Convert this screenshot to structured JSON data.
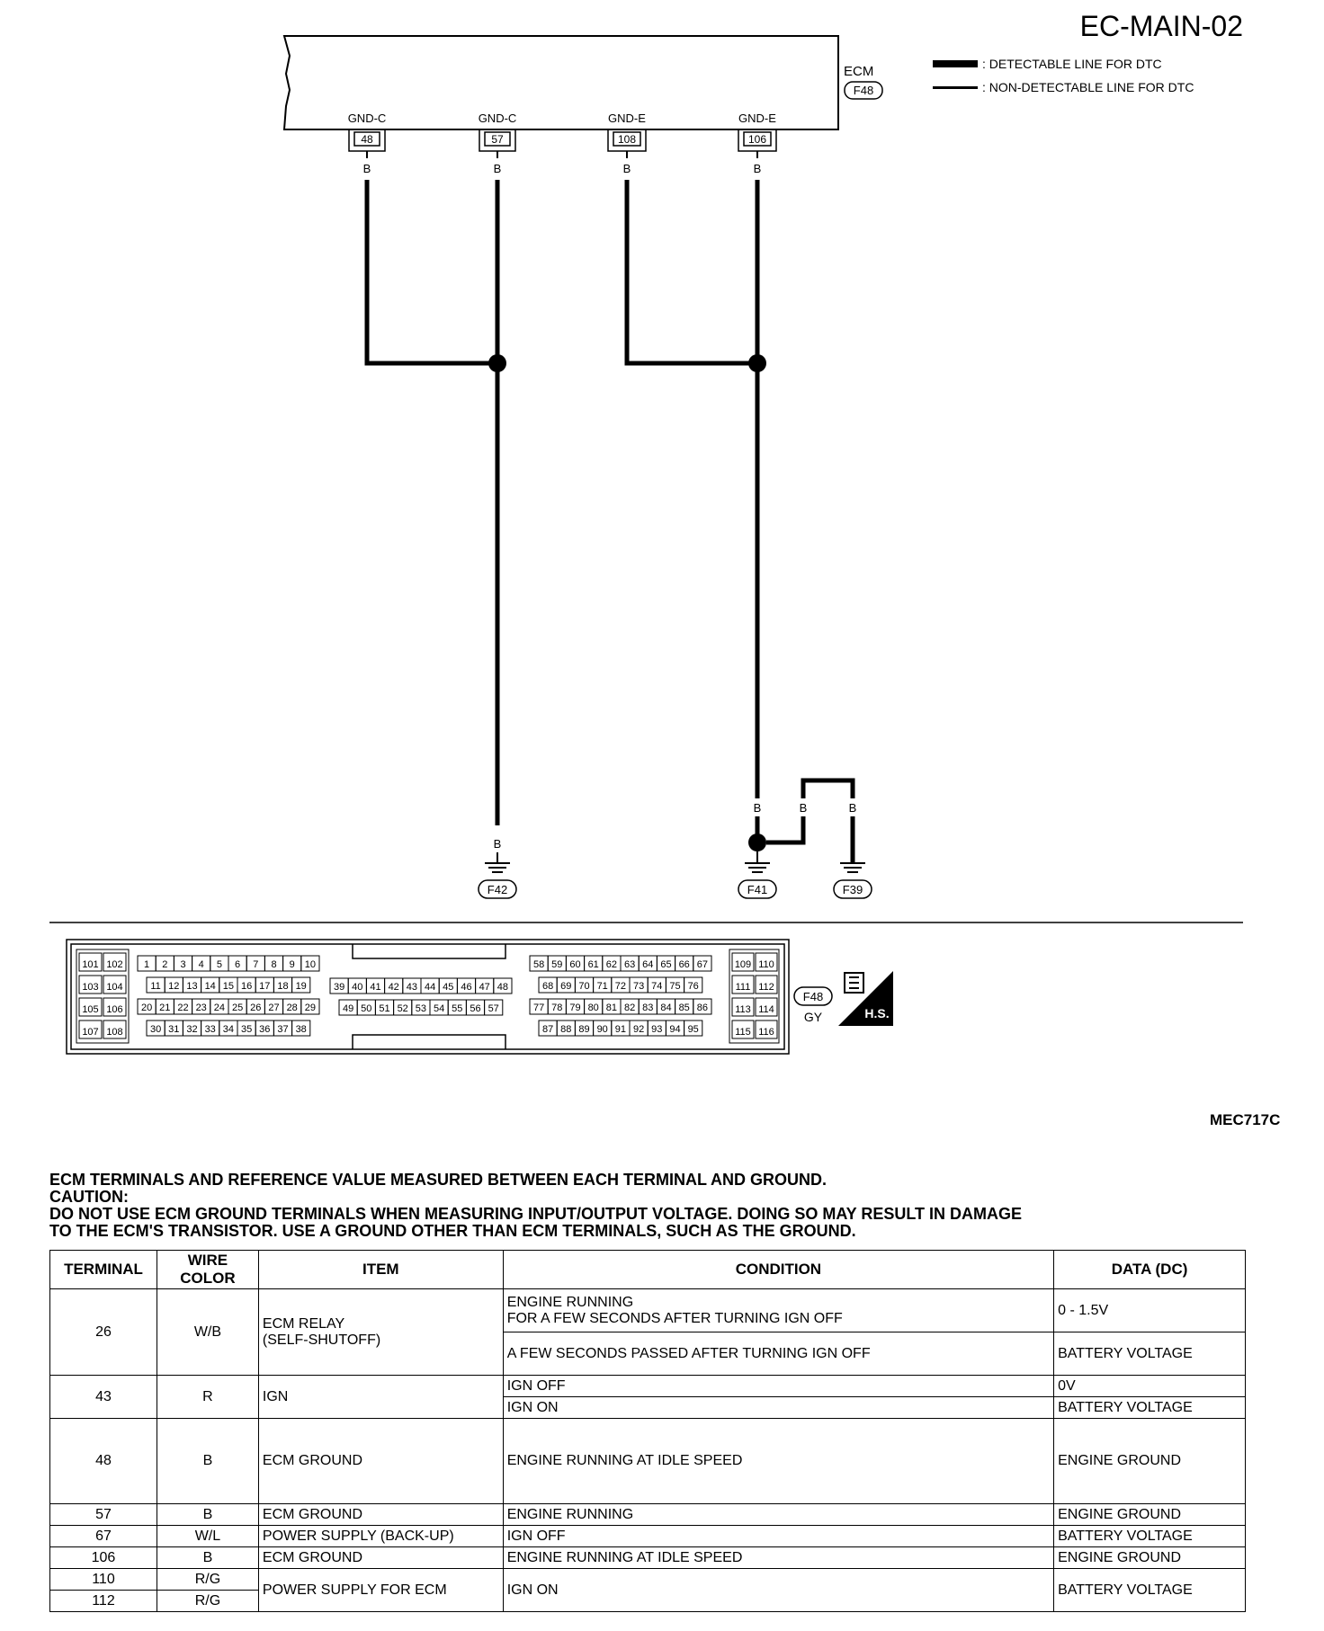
{
  "title": "EC-MAIN-02",
  "ecm": {
    "label": "ECM",
    "connector": "F48"
  },
  "legend": [
    {
      "text": ": DETECTABLE LINE FOR DTC",
      "style": "thick"
    },
    {
      "text": ": NON-DETECTABLE LINE FOR DTC",
      "style": "thin"
    }
  ],
  "terminals": [
    {
      "name": "GND-C",
      "pin": "48",
      "wire": "B"
    },
    {
      "name": "GND-C",
      "pin": "57",
      "wire": "B"
    },
    {
      "name": "GND-E",
      "pin": "108",
      "wire": "B"
    },
    {
      "name": "GND-E",
      "pin": "106",
      "wire": "B"
    }
  ],
  "grounds": [
    {
      "id": "F42",
      "wire": "B"
    },
    {
      "id": "F41",
      "wire": "B"
    },
    {
      "id": "F39",
      "wire": "B"
    }
  ],
  "branch_wires": [
    "B",
    "B"
  ],
  "connector_view": {
    "id": "F48",
    "color": "GY",
    "badge": "H.S.",
    "left_pins": [
      [
        "101",
        "102"
      ],
      [
        "103",
        "104"
      ],
      [
        "105",
        "106"
      ],
      [
        "107",
        "108"
      ]
    ],
    "block_a": [
      [
        "1",
        "2",
        "3",
        "4",
        "5",
        "6",
        "7",
        "8",
        "9",
        "10"
      ],
      [
        "11",
        "12",
        "13",
        "14",
        "15",
        "16",
        "17",
        "18",
        "19"
      ],
      [
        "20",
        "21",
        "22",
        "23",
        "24",
        "25",
        "26",
        "27",
        "28",
        "29"
      ],
      [
        "30",
        "31",
        "32",
        "33",
        "34",
        "35",
        "36",
        "37",
        "38"
      ]
    ],
    "block_b": [
      [
        "39",
        "40",
        "41",
        "42",
        "43",
        "44",
        "45",
        "46",
        "47",
        "48"
      ],
      [
        "49",
        "50",
        "51",
        "52",
        "53",
        "54",
        "55",
        "56",
        "57"
      ]
    ],
    "block_c": [
      [
        "58",
        "59",
        "60",
        "61",
        "62",
        "63",
        "64",
        "65",
        "66",
        "67"
      ],
      [
        "68",
        "69",
        "70",
        "71",
        "72",
        "73",
        "74",
        "75",
        "76"
      ],
      [
        "77",
        "78",
        "79",
        "80",
        "81",
        "82",
        "83",
        "84",
        "85",
        "86"
      ],
      [
        "87",
        "88",
        "89",
        "90",
        "91",
        "92",
        "93",
        "94",
        "95"
      ]
    ],
    "right_pins": [
      [
        "109",
        "110"
      ],
      [
        "111",
        "112"
      ],
      [
        "113",
        "114"
      ],
      [
        "115",
        "116"
      ]
    ]
  },
  "page_code": "MEC717C",
  "notes": {
    "line1": "ECM TERMINALS AND REFERENCE VALUE MEASURED  BETWEEN EACH TERMINAL AND GROUND.",
    "line2": "CAUTION:",
    "line3": "DO NOT USE ECM GROUND TERMINALS WHEN MEASURING INPUT/OUTPUT VOLTAGE. DOING SO MAY RESULT IN DAMAGE",
    "line4": "TO THE ECM'S TRANSISTOR. USE A GROUND OTHER THAN ECM TERMINALS, SUCH AS THE GROUND."
  },
  "table": {
    "headers": [
      "TERMINAL",
      "WIRE COLOR",
      "ITEM",
      "CONDITION",
      "DATA (DC)"
    ],
    "r26": {
      "terminal": "26",
      "wire": "W/B",
      "item1": "ECM RELAY",
      "item2": "(SELF-SHUTOFF)",
      "cond1a": "ENGINE RUNNING",
      "cond1b": "FOR A FEW SECONDS AFTER TURNING IGN OFF",
      "data1": "0 - 1.5V",
      "cond2": "A FEW SECONDS PASSED AFTER TURNING IGN OFF",
      "data2": "BATTERY VOLTAGE"
    },
    "r43": {
      "terminal": "43",
      "wire": "R",
      "item": "IGN",
      "cond1": "IGN OFF",
      "data1": "0V",
      "cond2": "IGN ON",
      "data2": "BATTERY VOLTAGE"
    },
    "r48": {
      "terminal": "48",
      "wire": "B",
      "item": "ECM GROUND",
      "cond": "ENGINE RUNNING AT IDLE SPEED",
      "data": "ENGINE GROUND"
    },
    "r57": {
      "terminal": "57",
      "wire": "B",
      "item": "ECM GROUND",
      "cond": "ENGINE RUNNING",
      "data": "ENGINE GROUND"
    },
    "r67": {
      "terminal": "67",
      "wire": "W/L",
      "item": "POWER SUPPLY (BACK-UP)",
      "cond": "IGN OFF",
      "data": "BATTERY VOLTAGE"
    },
    "r106": {
      "terminal": "106",
      "wire": "B",
      "item": "ECM GROUND",
      "cond": "ENGINE RUNNING AT IDLE SPEED",
      "data": "ENGINE GROUND"
    },
    "r110": {
      "terminal": "110",
      "wire": "R/G",
      "item": "POWER SUPPLY FOR ECM",
      "cond": "IGN ON",
      "data": "BATTERY VOLTAGE"
    },
    "r112": {
      "terminal": "112",
      "wire": "R/G"
    }
  }
}
